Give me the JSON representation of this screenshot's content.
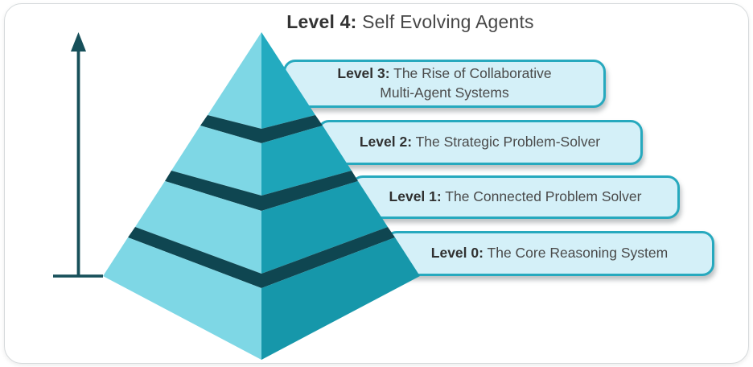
{
  "title": {
    "prefix": "Level 4:",
    "text": "Self Evolving Agents"
  },
  "levels": [
    {
      "prefix": "Level 3:",
      "line1": "The Rise of Collaborative",
      "line2": "Multi-Agent Systems"
    },
    {
      "prefix": "Level 2:",
      "line1": "The Strategic Problem-Solver",
      "line2": ""
    },
    {
      "prefix": "Level 1:",
      "line1": "The Connected Problem Solver",
      "line2": ""
    },
    {
      "prefix": "Level 0:",
      "line1": "The Core Reasoning System",
      "line2": ""
    }
  ],
  "colors": {
    "face_light": "#7ed7e5",
    "face_dark_t4": "#23abc0",
    "face_dark_t3": "#1da4b8",
    "face_dark_t2": "#189cb0",
    "face_dark_t0": "#1697aa",
    "band": "#0f4651",
    "axis": "#17505a",
    "box_fill": "#d4f0f8",
    "box_border": "#27a9be",
    "title_text": "#333333",
    "body_text": "#4a4a4a"
  },
  "icons": {
    "axis_arrow": "up-arrow"
  }
}
